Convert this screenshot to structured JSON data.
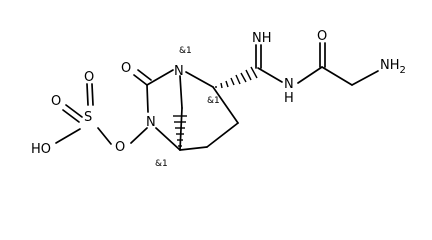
{
  "molecule": {
    "atoms": {
      "imine_nh": "NH",
      "amide_o": "O",
      "amine": "NH2",
      "ring_carbonyl_o": "O",
      "bridge_n": "N",
      "amidine_n": "N",
      "amidine_h": "H",
      "ring_n": "N",
      "ester_o": "O",
      "sulfur": "S",
      "sulfonyl_o_top": "O",
      "sulfonyl_o_left": "O",
      "hydroxyl": "HO"
    },
    "stereo_labels": {
      "bridgehead_n": "&1",
      "alpha_carbon": "&1",
      "bridgehead_c": "&1"
    },
    "colors": {
      "ink": "#000000",
      "background": "#ffffff"
    }
  }
}
